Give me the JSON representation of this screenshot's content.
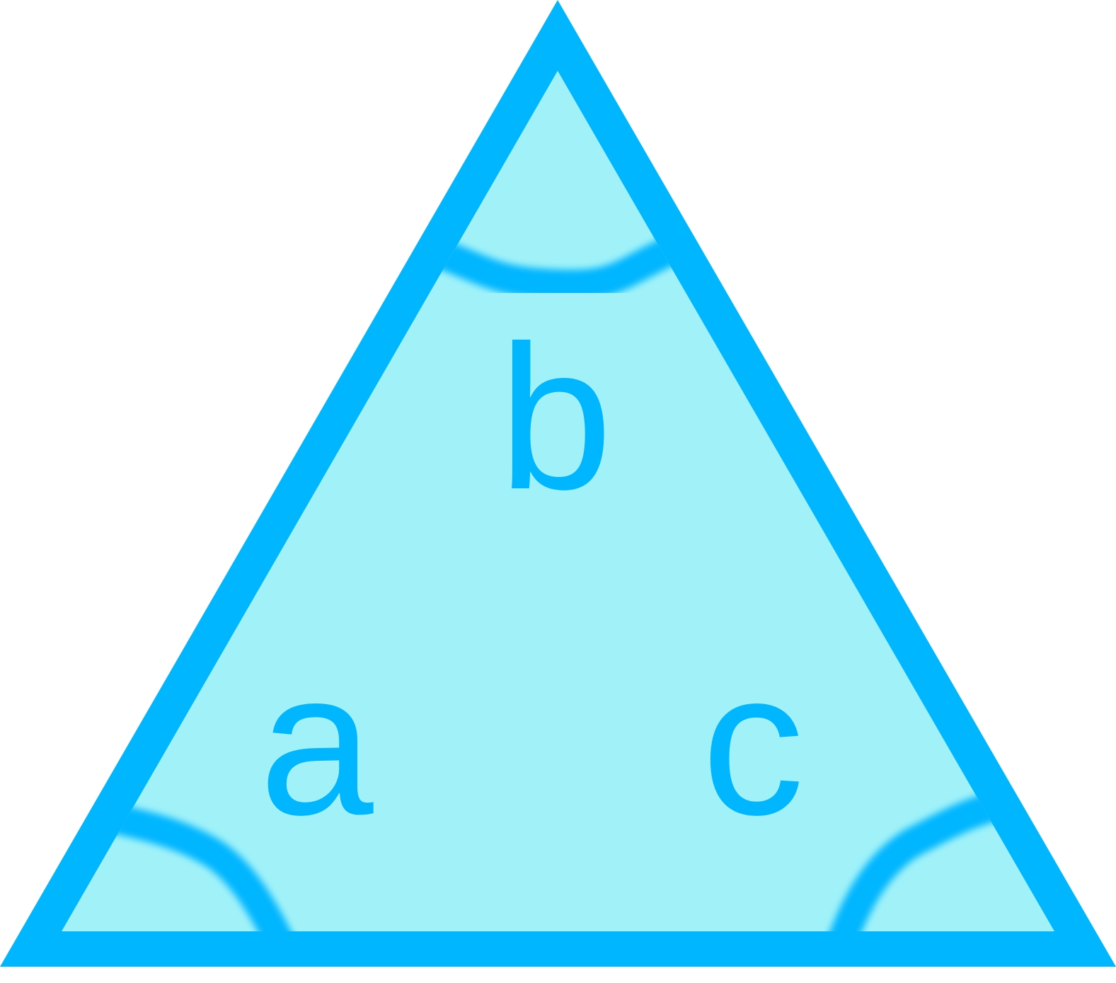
{
  "labels": {
    "a": "a",
    "b": "b",
    "c": "c"
  },
  "colors": {
    "outline": "#00b6ff",
    "fill": "#a0f2f8",
    "label": "#00b6ff",
    "arc": "#00b6ff",
    "background": "#ffffff"
  }
}
